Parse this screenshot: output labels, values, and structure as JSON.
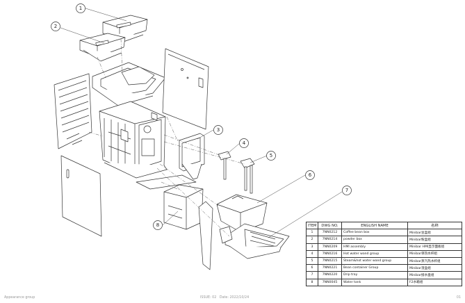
{
  "callouts": [
    "1",
    "2",
    "3",
    "4",
    "5",
    "6",
    "7",
    "8"
  ],
  "table": {
    "headers": [
      "ITEM",
      "DWG NO.",
      "ENGLISH NAME",
      "名称"
    ],
    "rows": [
      [
        "1",
        "7NN0212",
        "Coffee bean box",
        "Minibar豆盒组"
      ],
      [
        "2",
        "7NN0214",
        "powder box",
        "Minibar粉盒组"
      ],
      [
        "3",
        "7NN0209",
        "HMI assembly",
        "Minibar HMI显示面板组"
      ],
      [
        "4",
        "7NN0216",
        "Hot water wand group",
        "Minibar单热水杆组"
      ],
      [
        "5",
        "7NN0215",
        "Steam&hot water wand group",
        "Minibar蒸汽热水杆组"
      ],
      [
        "6",
        "7NN0221",
        "Bean container Group",
        "Minibar渣盒组"
      ],
      [
        "7",
        "7NN0220",
        "Drip tray",
        "Minibar接水盘组"
      ],
      [
        "8",
        "7NN0045",
        "Water tank",
        "F2水箱组"
      ]
    ]
  },
  "footer": {
    "title": "Appearance group",
    "issue": "ISSUE: 02",
    "date": "Date: 2022/10/24",
    "page": "01"
  }
}
